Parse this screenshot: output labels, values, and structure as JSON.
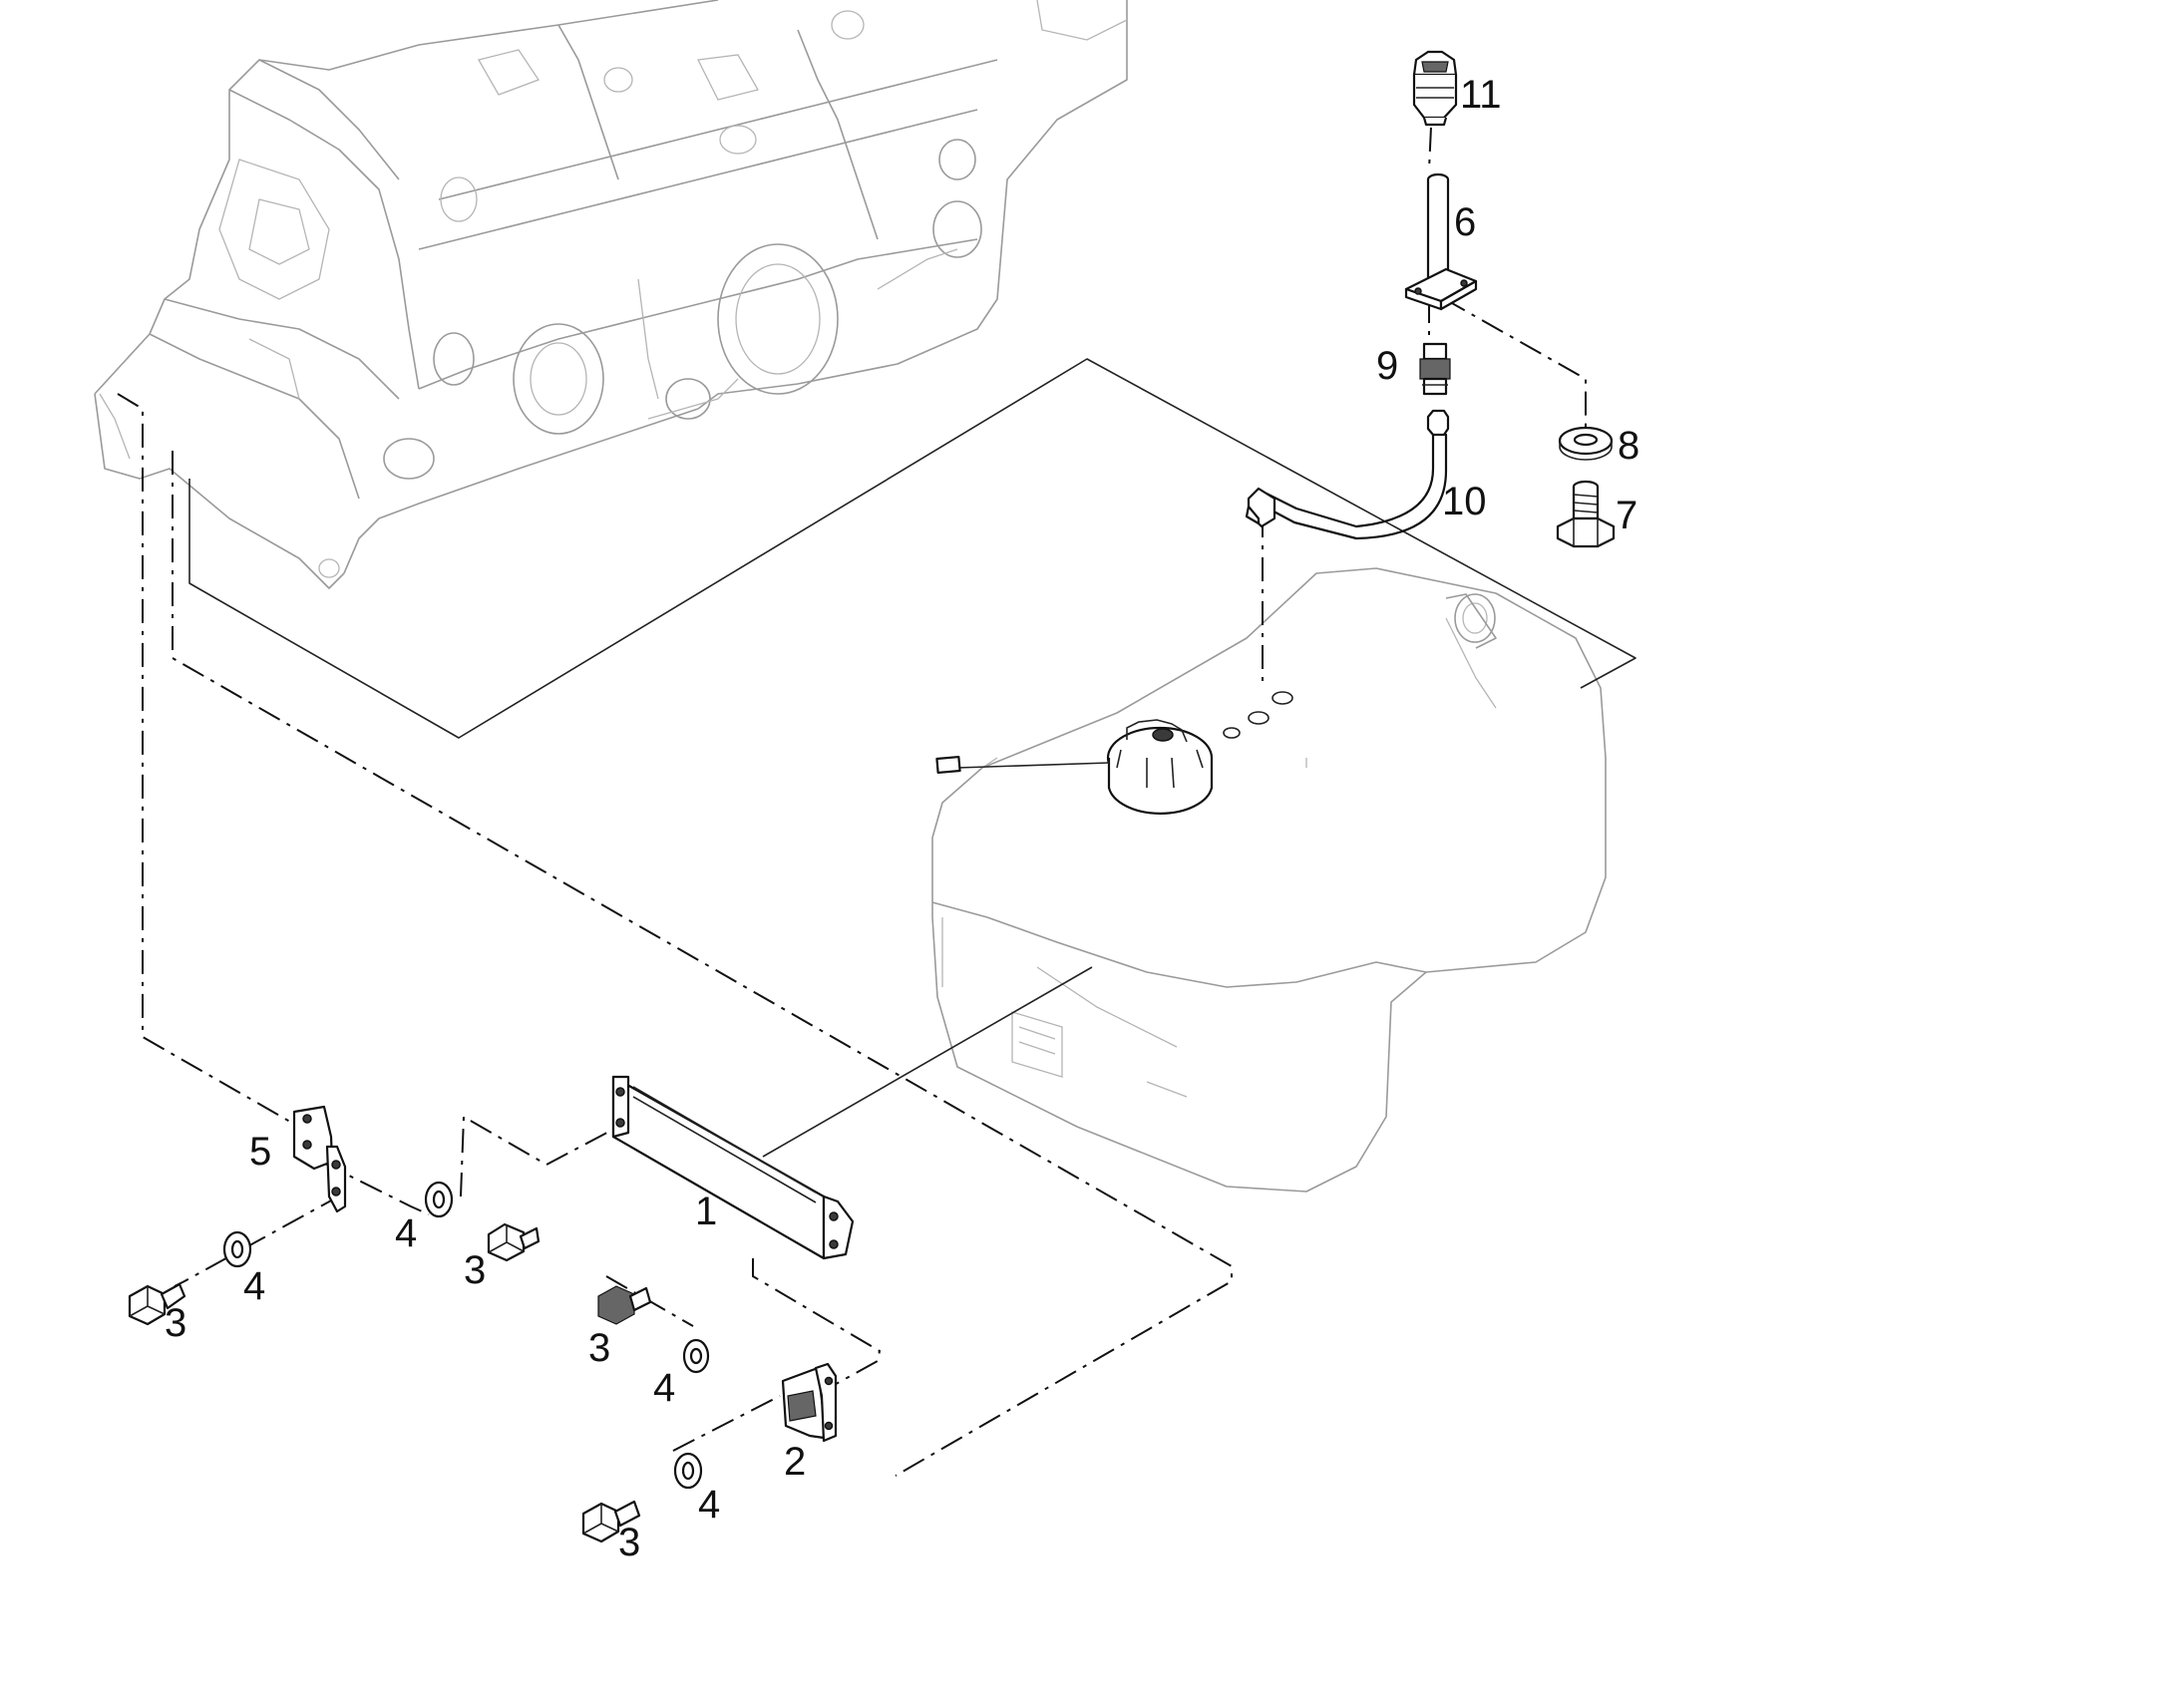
{
  "diagram": {
    "callouts": {
      "c1": "1",
      "c2": "2",
      "c3a": "3",
      "c3b": "3",
      "c3c": "3",
      "c3d": "3",
      "c4a": "4",
      "c4b": "4",
      "c4c": "4",
      "c4d": "4",
      "c5": "5",
      "c6": "6",
      "c7": "7",
      "c8": "8",
      "c9": "9",
      "c10": "10",
      "c11": "11"
    }
  }
}
